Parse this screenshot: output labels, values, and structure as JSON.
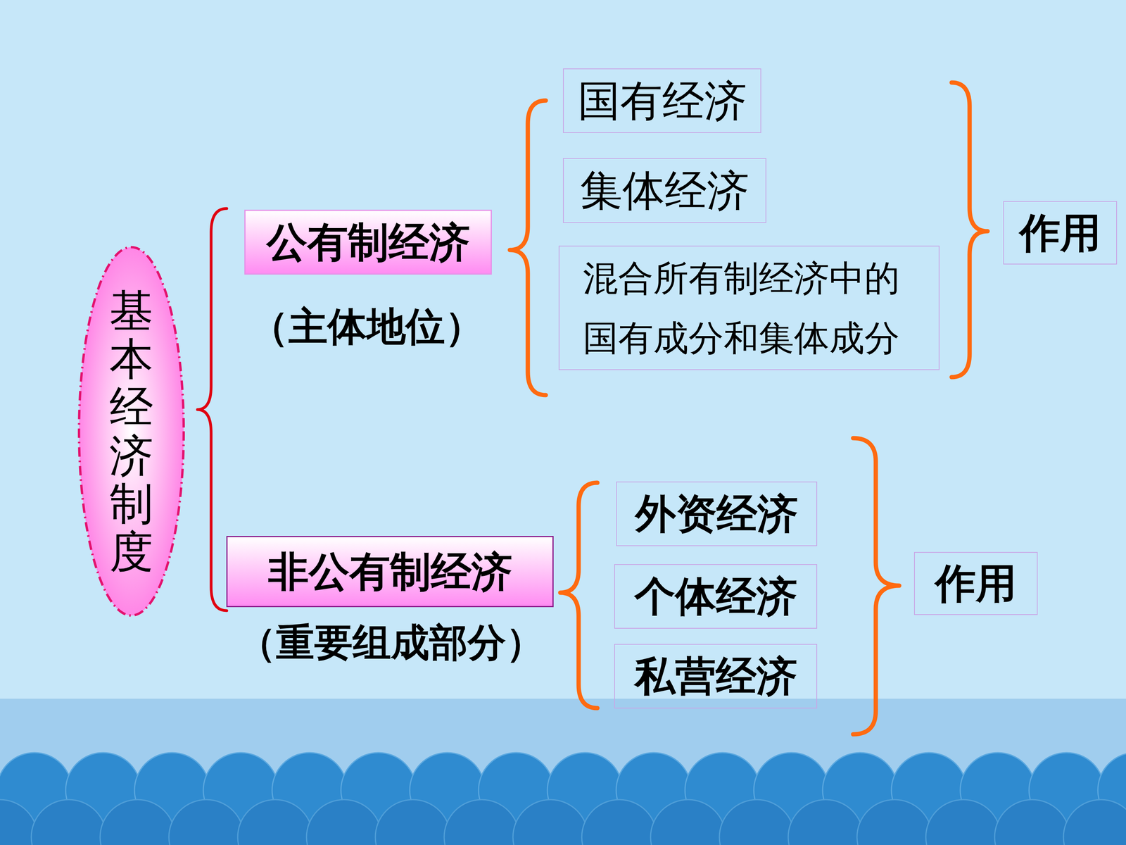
{
  "diagram": {
    "nodes": [
      {
        "text": [
          "基本经济制度"
        ]
      },
      {
        "text": [
          "公有制经济"
        ]
      },
      {
        "text": [
          "国有经济"
        ]
      },
      {
        "text": [
          "集体经济"
        ]
      },
      {
        "text": [
          "混合所有制经济中的国有成分和集体成分"
        ]
      },
      {
        "text": [
          "作用"
        ]
      },
      {
        "text": [
          "非公有制经济"
        ]
      },
      {
        "text": [
          "外资经济"
        ]
      },
      {
        "text": [
          "个体经济"
        ]
      },
      {
        "text": [
          "私营经济"
        ]
      },
      {
        "text": [
          "作用"
        ]
      }
    ],
    "labels": [
      "（主体地位）",
      "（重要组成部分）"
    ]
  }
}
